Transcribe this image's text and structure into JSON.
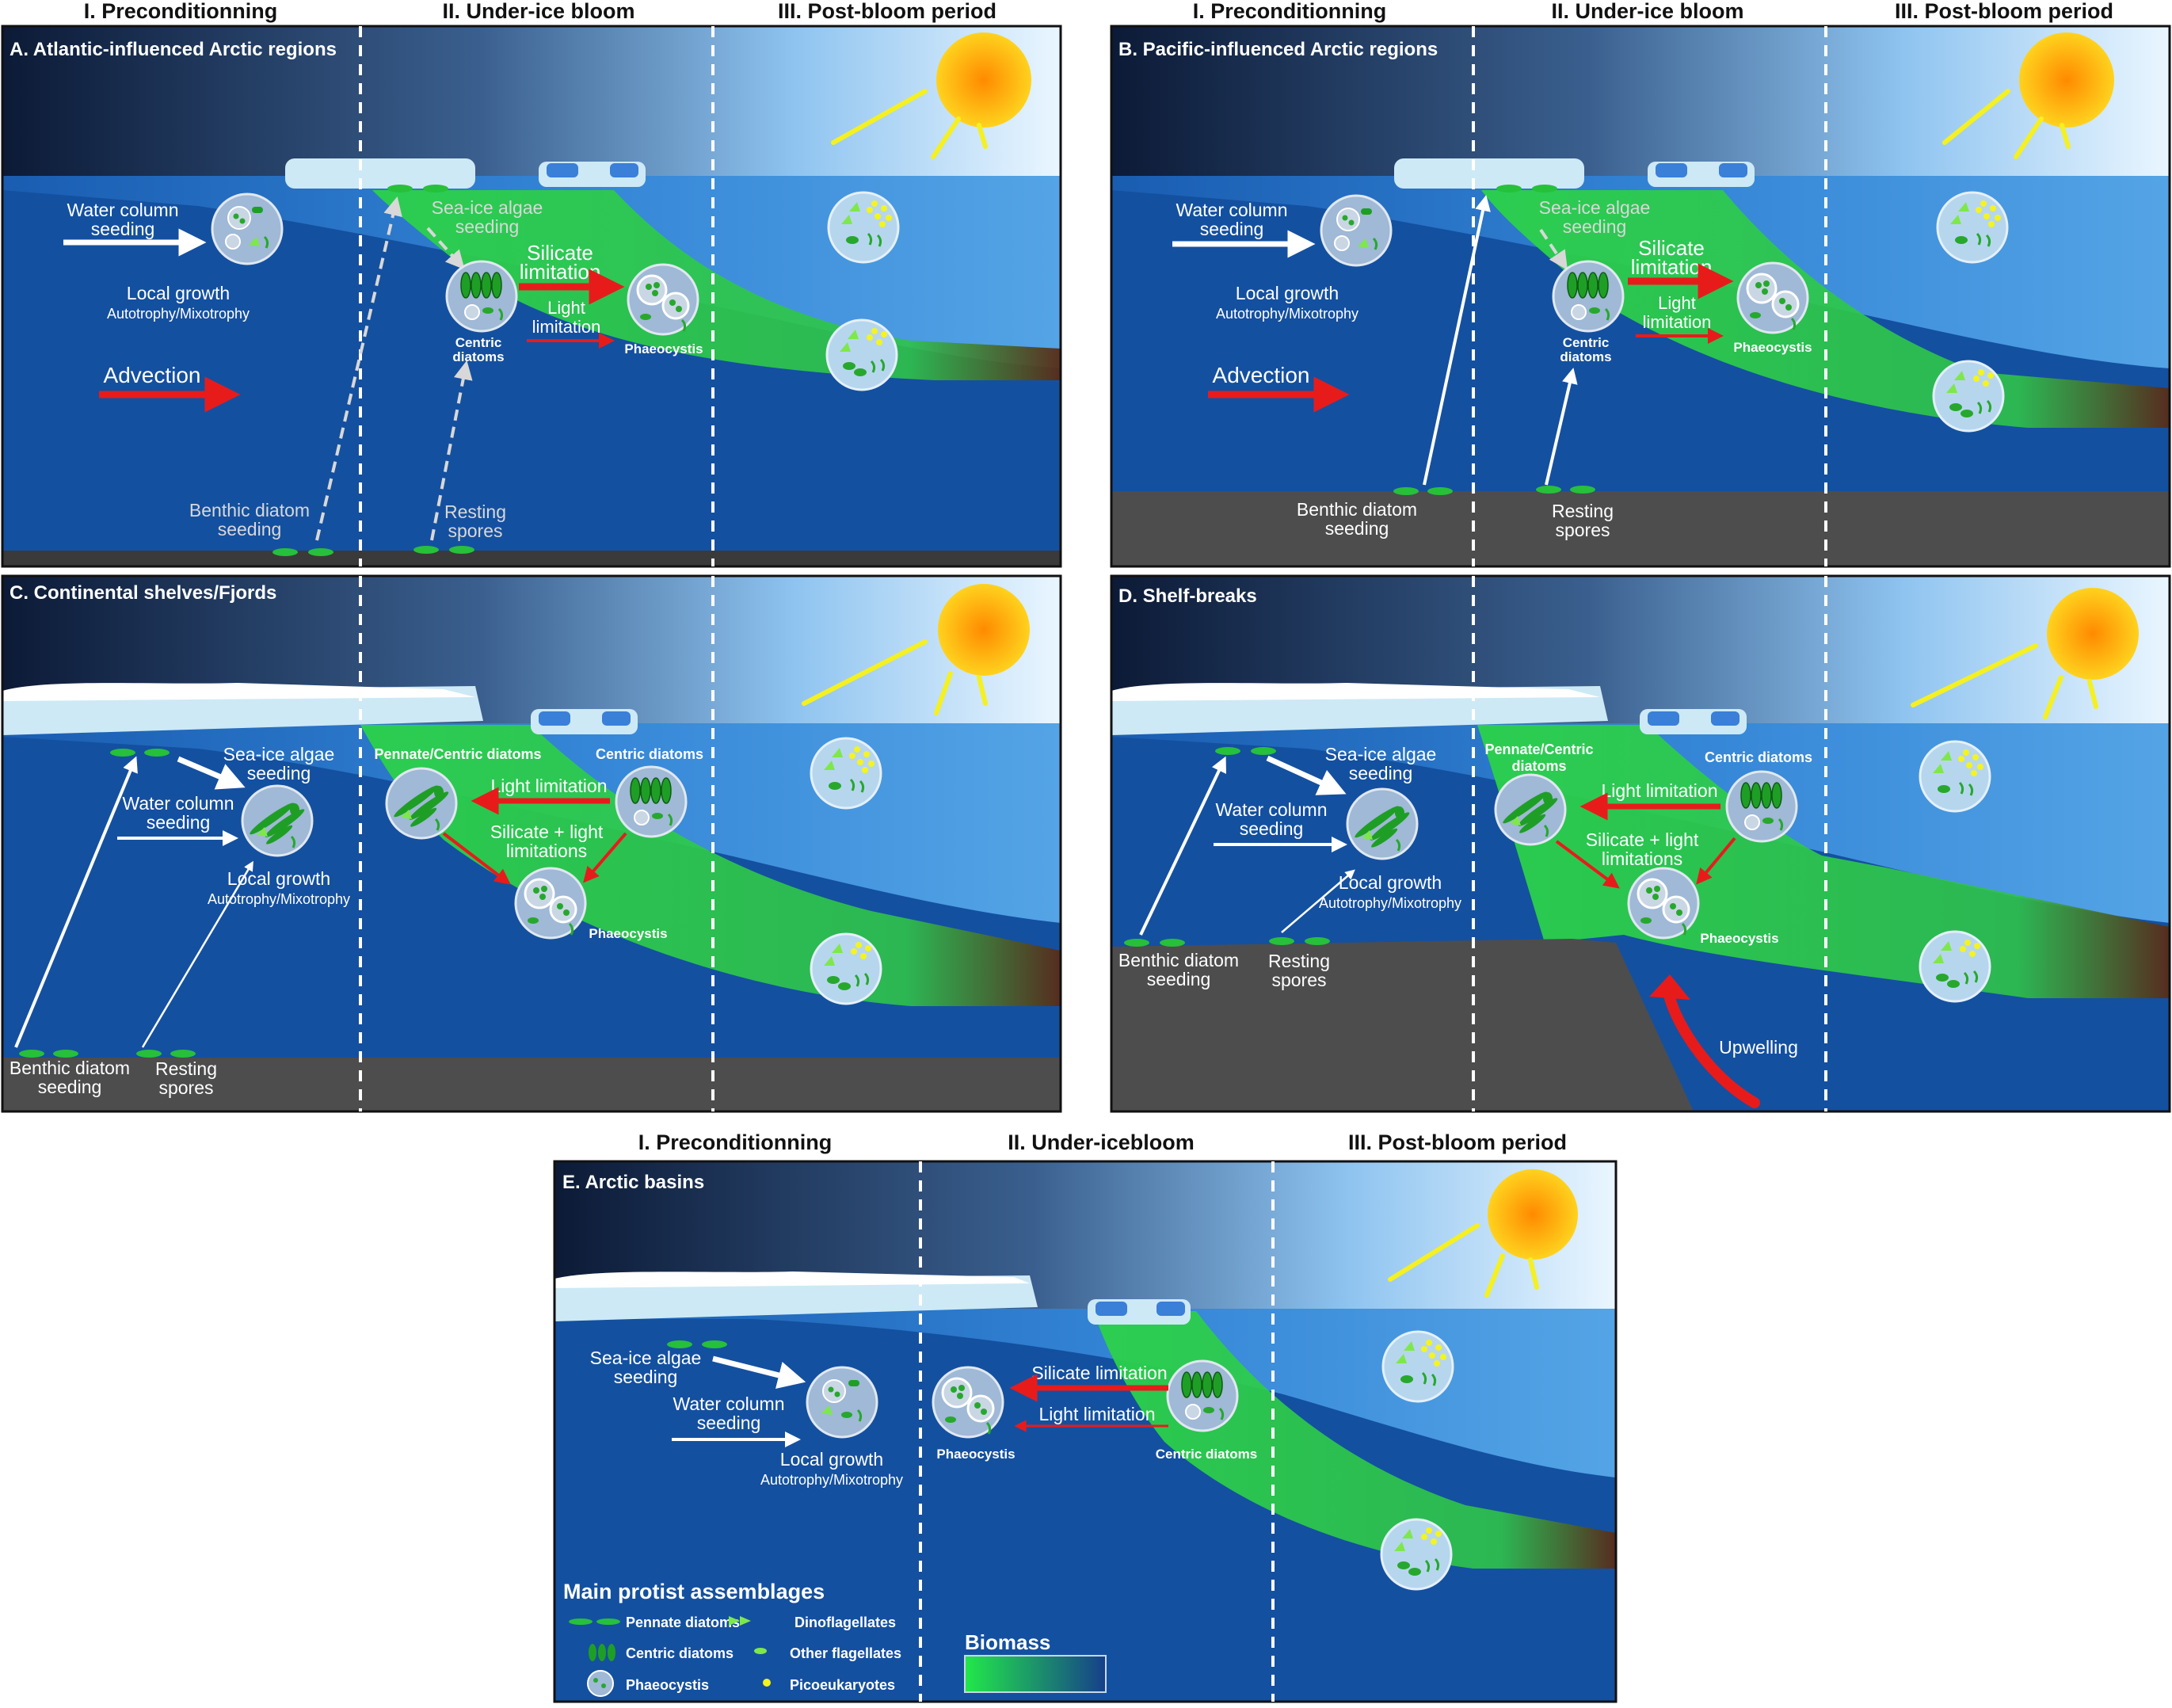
{
  "phases": {
    "p1": "I. Preconditionning",
    "p2": "II. Under-ice bloom",
    "p2_e": "II. Under-icebloom",
    "p3": "III. Post-bloom period"
  },
  "panels": {
    "A": {
      "title": "A. Atlantic-influenced Arctic regions",
      "water_column_seeding": [
        "Water column",
        "seeding"
      ],
      "local_growth": "Local growth",
      "growth_mode": "Autotrophy/Mixotrophy",
      "advection": "Advection",
      "sea_ice_seeding": [
        "Sea-ice algae",
        "seeding"
      ],
      "silicate": [
        "Silicate",
        "limitation"
      ],
      "light": [
        "Light",
        "limitation"
      ],
      "centric": [
        "Centric",
        "diatoms"
      ],
      "phaeocystis": "Phaeocystis",
      "benthic": [
        "Benthic diatom",
        "seeding"
      ],
      "resting": [
        "Resting",
        "spores"
      ]
    },
    "B": {
      "title": "B. Pacific-influenced Arctic regions",
      "water_column_seeding": [
        "Water column",
        "seeding"
      ],
      "local_growth": "Local growth",
      "growth_mode": "Autotrophy/Mixotrophy",
      "advection": "Advection",
      "sea_ice_seeding": [
        "Sea-ice algae",
        "seeding"
      ],
      "silicate": [
        "Silicate",
        "limitation"
      ],
      "light": [
        "Light",
        "limitation"
      ],
      "centric": [
        "Centric",
        "diatoms"
      ],
      "phaeocystis": "Phaeocystis",
      "benthic": [
        "Benthic diatom",
        "seeding"
      ],
      "resting": [
        "Resting",
        "spores"
      ]
    },
    "C": {
      "title": "C. Continental shelves/Fjords",
      "sea_ice_seeding": [
        "Sea-ice algae",
        "seeding"
      ],
      "water_column_seeding": [
        "Water column",
        "seeding"
      ],
      "local_growth": "Local growth",
      "growth_mode": "Autotrophy/Mixotrophy",
      "pennate_centric": "Pennate/Centric diatoms",
      "centric": "Centric diatoms",
      "light": "Light limitation",
      "silicate_light": [
        "Silicate + light",
        "limitations"
      ],
      "phaeocystis": "Phaeocystis",
      "benthic": [
        "Benthic diatom",
        "seeding"
      ],
      "resting": [
        "Resting",
        "spores"
      ]
    },
    "D": {
      "title": "D. Shelf-breaks",
      "sea_ice_seeding": [
        "Sea-ice algae",
        "seeding"
      ],
      "water_column_seeding": [
        "Water column",
        "seeding"
      ],
      "local_growth": "Local growth",
      "growth_mode": "Autotrophy/Mixotrophy",
      "pennate_centric": [
        "Pennate/Centric",
        "diatoms"
      ],
      "centric": "Centric diatoms",
      "light": "Light limitation",
      "silicate_light": [
        "Silicate + light",
        "limitations"
      ],
      "phaeocystis": "Phaeocystis",
      "benthic": [
        "Benthic diatom",
        "seeding"
      ],
      "resting": [
        "Resting",
        "spores"
      ],
      "upwelling": "Upwelling"
    },
    "E": {
      "title": "E. Arctic basins",
      "sea_ice_seeding": [
        "Sea-ice algae",
        "seeding"
      ],
      "water_column_seeding": [
        "Water column",
        "seeding"
      ],
      "local_growth": "Local growth",
      "growth_mode": "Autotrophy/Mixotrophy",
      "silicate": "Silicate limitation",
      "light": "Light limitation",
      "phaeocystis": "Phaeocystis",
      "centric": "Centric diatoms"
    }
  },
  "legend": {
    "title": "Main protist assemblages",
    "pennate": "Pennate diatoms",
    "dino": "Dinoflagellates",
    "centric": "Centric diatoms",
    "other": "Other flagellates",
    "phaeo": "Phaeocystis",
    "pico": "Picoeukaryotes",
    "biomass": "Biomass"
  },
  "colors": {
    "deep_water": "#1450a0",
    "surface_water": "#3f8fe0",
    "bloom_green": "#2ee63c",
    "arrow_red": "#e81b1b",
    "sun": "#ffc000",
    "ice": "#cde9f5",
    "seafloor": "#4d4d4d"
  }
}
